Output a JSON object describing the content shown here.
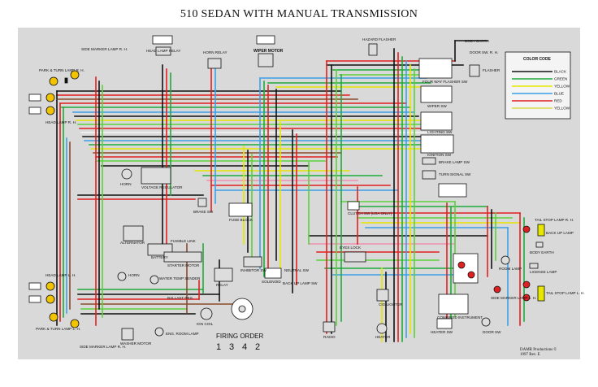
{
  "title": "510 SEDAN WITH MANUAL TRANSMISSION",
  "labels": {
    "side_marker_rh": "SIDE MARKER LAMP R. H.",
    "park_turn_rh": "PARK & TURN LAMP R. H.",
    "head_lamp_rh": "HEAD LAMP R. H.",
    "head_lamp_relay": "HEAD LAMP RELAY",
    "horn_relay": "HORN RELAY",
    "wiper_motor": "WIPER MOTOR",
    "hazard_flasher": "HAZARD FLASHER",
    "body_earth": "BODY EARTH",
    "door_sw_rh": "DOOR SW. R. H.",
    "flasher": "FLASHER",
    "four_way_flasher_sw": "FOUR WAY FLASHER SW",
    "wiper_sw": "WIPER SW",
    "lighting_sw": "LIGHTING SW",
    "ignition_sw": "IGNITION SW",
    "brake_lamp_sw": "BRAKE LAMP SW",
    "turn_signal_sw": "TURN SIGNAL SW",
    "horn": "HORN",
    "voltage_regulator": "VOLTAGE REGULATOR",
    "alternator": "ALTERNATOR",
    "battery": "BATTERY",
    "starter_motor": "STARTER MOTOR",
    "fusible_link": "FUSIBLE LINK",
    "brake_sw": "BRAKE SW",
    "fuse_block": "FUSE BLOCK",
    "clutch_sw": "CLUTCH SW (USA ONLY)",
    "inhibitor_sw": "INHIBITOR SW",
    "neutral_sw": "NEUTRAL SW",
    "solenoid": "SOLENOID",
    "back_up_lamp_sw": "BACK UP LAMP SW",
    "relay": "RELAY",
    "ballast_res": "BALLAST RES.",
    "ign_coil": "IGN COIL",
    "eng_room_lamp": "ENG. ROOM LAMP",
    "washer_motor": "WASHER MOTOR",
    "horn_lower": "HORN",
    "water_temp_sender": "WATER TEMP SENDER",
    "head_lamp_lh": "HEAD LAMP L. H.",
    "park_turn_lh": "PARK & TURN LAMP L. H.",
    "side_marker_lh": "SIDE MARKER LAMP R. H.",
    "cig_lighter": "CIG LIGHTER",
    "radio": "RADIO",
    "heater": "HEATER",
    "heater_sw": "HEATER SW",
    "door_sw_lh": "DOOR SW",
    "combined_instrument": "COMBINED INSTRUMENT",
    "room_lamp": "ROOM LAMP",
    "license_lamp": "LICENSE LAMP",
    "body_earth_2": "BODY EARTH",
    "side_marker_rear_lh": "SIDE MARKER LAMP L. H.",
    "stop_tail_rh": "TAIL STOP LAMP R. H.",
    "back_up_lamp": "BACK UP LAMP",
    "tail_stop_lh": "TAIL STOP LAMP L. H.",
    "eyes_lock": "EYES LOCK"
  },
  "legend": {
    "title": "COLOR CODE",
    "items": [
      {
        "name": "BLACK",
        "color": "#111111"
      },
      {
        "name": "GREEN",
        "color": "#1faa3a"
      },
      {
        "name": "YELLOW",
        "color": "#e6e600"
      },
      {
        "name": "BLUE",
        "color": "#3aa0e8"
      },
      {
        "name": "RED",
        "color": "#e02020"
      },
      {
        "name": "YELLOW",
        "color": "#d8d84a"
      }
    ]
  },
  "firing_order": {
    "label": "FIRING ORDER",
    "sequence": [
      "1",
      "3",
      "4",
      "2"
    ]
  },
  "credit": {
    "line1": "DAMR Productions ©",
    "line2": "1997 Rev. E"
  },
  "wire_colors": {
    "black": "#111111",
    "red": "#e02020",
    "green": "#1faa3a",
    "lime": "#5ad13a",
    "blue": "#3aa0e8",
    "yellow": "#e6e600",
    "white": "#f6f6f6",
    "brown": "#8b4a2b",
    "orange": "#ff8a1a",
    "pink": "#f08fb0"
  }
}
